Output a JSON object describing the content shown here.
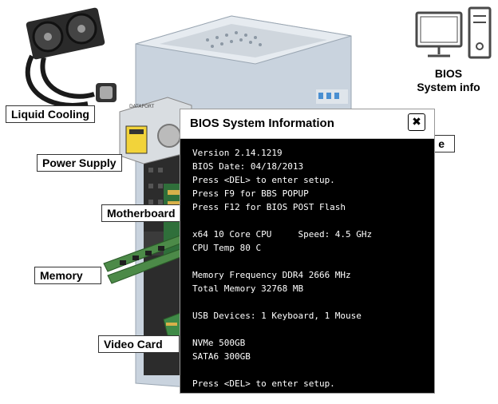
{
  "labels": {
    "liquid_cooling": "Liquid Cooling",
    "power_supply": "Power Supply",
    "motherboard": "Motherboard",
    "memory": "Memory",
    "video_card": "Video Card",
    "partial_label": "e"
  },
  "bios_icon_caption": "BIOS\nSystem info",
  "dialog": {
    "title": "BIOS System Information",
    "close_glyph": "✖",
    "lines": {
      "version": "Version 2.14.1219",
      "bios_date": "BIOS Date: 04/18/2013",
      "press_del_1": "Press <DEL> to enter setup.",
      "press_f9": "Press F9 for BBS POPUP",
      "press_f12": "Press F12 for BIOS POST Flash",
      "cpu": "x64 10 Core CPU     Speed: 4.5 GHz",
      "cpu_temp": "CPU Temp 80 C",
      "mem_freq": "Memory Frequency DDR4 2666 MHz",
      "total_mem": "Total Memory 32768 MB",
      "usb": "USB Devices: 1 Keyboard, 1 Mouse",
      "nvme": "NVMe 500GB",
      "sata": "SATA6 300GB",
      "press_del_2": "Press <DEL> to enter setup."
    }
  },
  "colors": {
    "console_bg": "#000000",
    "console_text": "#ffffff",
    "case_face": "#c9d3de",
    "case_top": "#e6ebf0"
  },
  "icons": [
    "computer-icon",
    "close-icon",
    "fan-icon"
  ]
}
